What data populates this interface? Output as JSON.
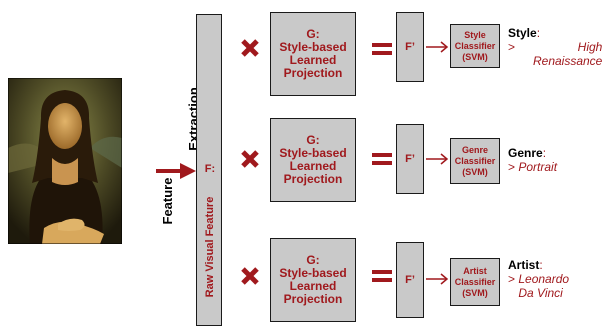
{
  "feature_extraction": {
    "line1": "Feature",
    "line2": "Extraction"
  },
  "raw_feature": {
    "f_label": "F:",
    "text": "Raw Visual Feature"
  },
  "rows": [
    {
      "projection": "G:\nStyle-based\nLearned\nProjection",
      "fprime": "F’",
      "classifier": "Style\nClassifier\n(SVM)",
      "output_key": "Style",
      "output_sep": ":",
      "output_value": "High\nRenaissance"
    },
    {
      "projection": "G:\nStyle-based\nLearned\nProjection",
      "fprime": "F’",
      "classifier": "Genre\nClassifier\n(SVM)",
      "output_key": "Genre",
      "output_sep": ":",
      "output_value": "Portrait"
    },
    {
      "projection": "G:\nStyle-based\nLearned\nProjection",
      "fprime": "F’",
      "classifier": "Artist\nClassifier\n(SVM)",
      "output_key": "Artist",
      "output_sep": ":",
      "output_value": "Leonardo\nDa Vinci"
    }
  ],
  "colors": {
    "accent": "#a0191d",
    "box_fill": "#c9c9c9",
    "box_border": "#1a1a1a"
  }
}
